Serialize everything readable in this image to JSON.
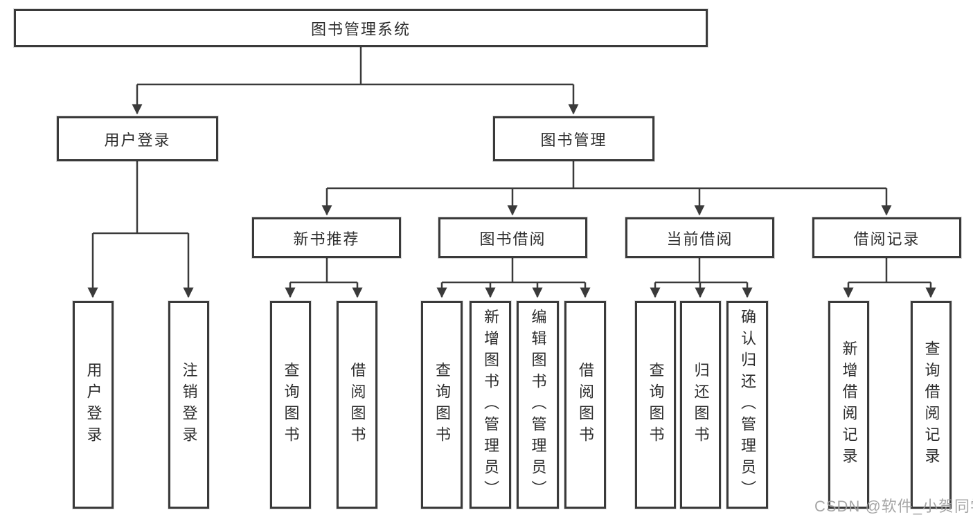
{
  "diagram": {
    "root": {
      "label": "图书管理系统"
    },
    "level2": [
      {
        "label": "用户登录"
      },
      {
        "label": "图书管理"
      }
    ],
    "level3": [
      {
        "label": "新书推荐"
      },
      {
        "label": "图书借阅"
      },
      {
        "label": "当前借阅"
      },
      {
        "label": "借阅记录"
      }
    ],
    "leaves": {
      "user_login": [
        "用户登录",
        "注销登录"
      ],
      "new_book": [
        "查询图书",
        "借阅图书"
      ],
      "borrow": [
        "查询图书",
        "新增图书（管理员）",
        "编辑图书（管理员）",
        "借阅图书"
      ],
      "current": [
        "查询图书",
        "归还图书",
        "确认归还（管理员）"
      ],
      "records": [
        "新增借阅记录",
        "查询借阅记录"
      ]
    },
    "watermark": "CSDN @软件_小贺同学",
    "colors": {
      "line": "#3a3a3a",
      "text": "#2d2d2d",
      "watermark": "#9e9e9e",
      "background": "#ffffff"
    }
  }
}
